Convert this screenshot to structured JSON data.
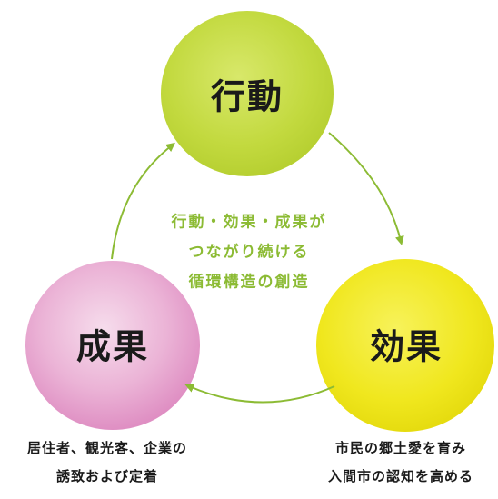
{
  "nodes": {
    "action": {
      "label": "行動",
      "color": "#c6dc44"
    },
    "effect": {
      "label": "効果",
      "color": "#f2ea22"
    },
    "result": {
      "label": "成果",
      "color": "#e8a8cf"
    }
  },
  "center": {
    "lines": [
      "行動・効果・成果が",
      "つながり続ける",
      "循環構造の創造"
    ],
    "color": "#8cbb34"
  },
  "captions": {
    "result": [
      "居住者、観光客、企業の",
      "誘致および定着"
    ],
    "effect": [
      "市民の郷土愛を育み",
      "入間市の認知を高める"
    ]
  },
  "arrow_color": "#8cbb34"
}
